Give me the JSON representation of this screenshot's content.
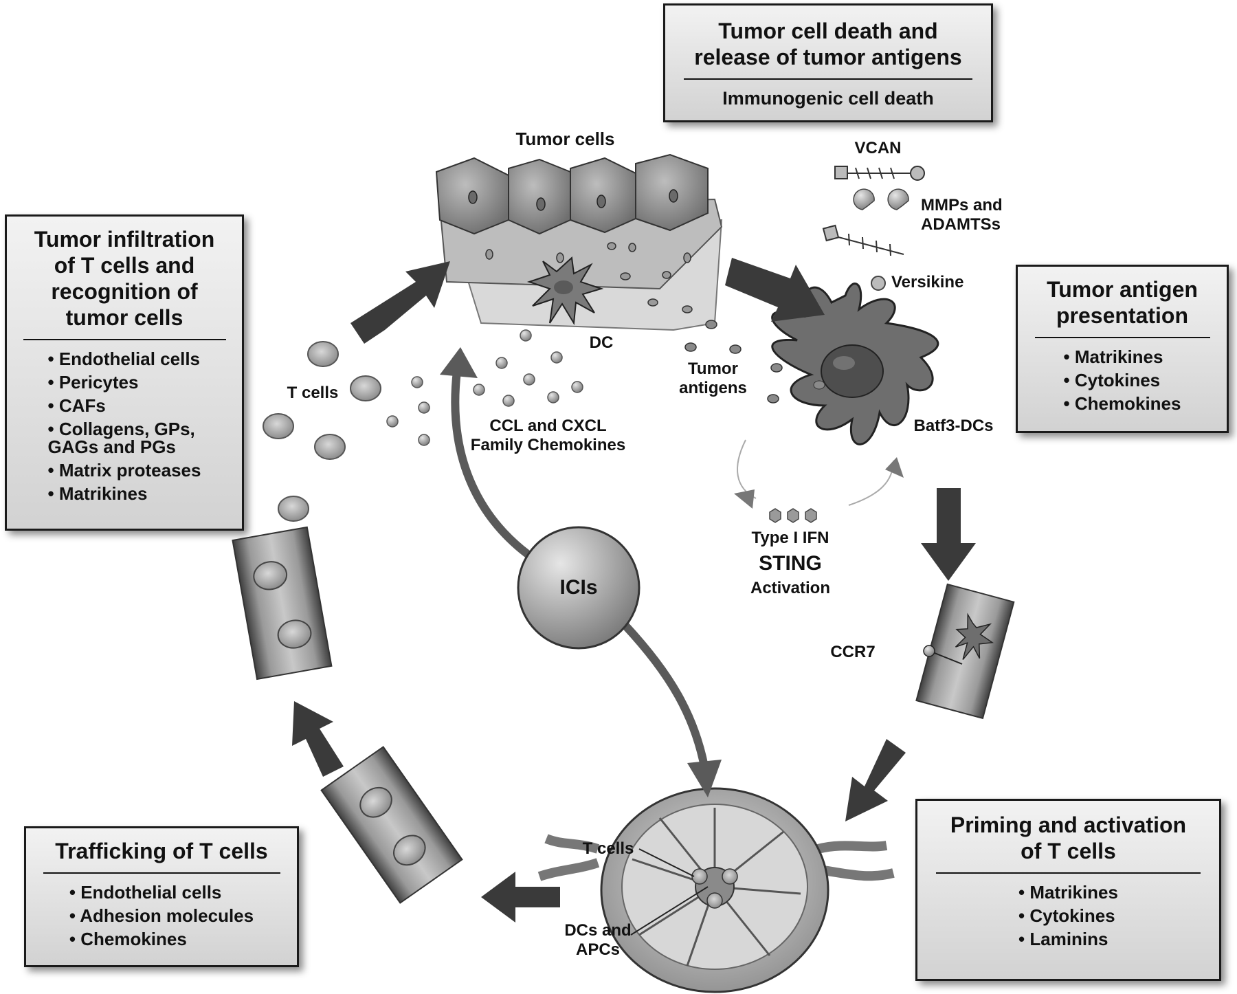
{
  "boxes": {
    "death": {
      "title": "Tumor cell death and\nrelease of tumor antigens",
      "subtitle": "Immunogenic cell death"
    },
    "presentation": {
      "title": "Tumor antigen\npresentation",
      "items": [
        "Matrikines",
        "Cytokines",
        "Chemokines"
      ]
    },
    "priming": {
      "title": "Priming and activation\nof T cells",
      "items": [
        "Matrikines",
        "Cytokines",
        "Laminins"
      ]
    },
    "trafficking": {
      "title": "Trafficking of T cells",
      "items": [
        "Endothelial cells",
        "Adhesion molecules",
        "Chemokines"
      ]
    },
    "infiltration": {
      "title": "Tumor infiltration\nof T cells and\nrecognition of\ntumor cells",
      "items": [
        "Endothelial cells",
        "Pericytes",
        "CAFs",
        "Collagens, GPs,\nGAGs and PGs",
        "Matrix proteases",
        "Matrikines"
      ]
    }
  },
  "labels": {
    "tumor_cells": "Tumor cells",
    "dc": "DC",
    "tumor_antigens": "Tumor\nantigens",
    "ccl_cxcl": "CCL and CXCL\nFamily Chemokines",
    "t_cells_upper": "T cells",
    "vcan": "VCAN",
    "mmps": "MMPs and\nADAMTSs",
    "versikine": "Versikine",
    "batf3": "Batf3-DCs",
    "type1_ifn": "Type I IFN",
    "sting": "STING",
    "activation": "Activation",
    "ccr7": "CCR7",
    "icis": "ICIs",
    "t_cells_node": "T cells",
    "dcs_apcs": "DCs and\nAPCs"
  },
  "colors": {
    "box_border": "#1a1a1a",
    "arrow": "#3a3a3a",
    "cell_fill": "#8a8a8a"
  }
}
